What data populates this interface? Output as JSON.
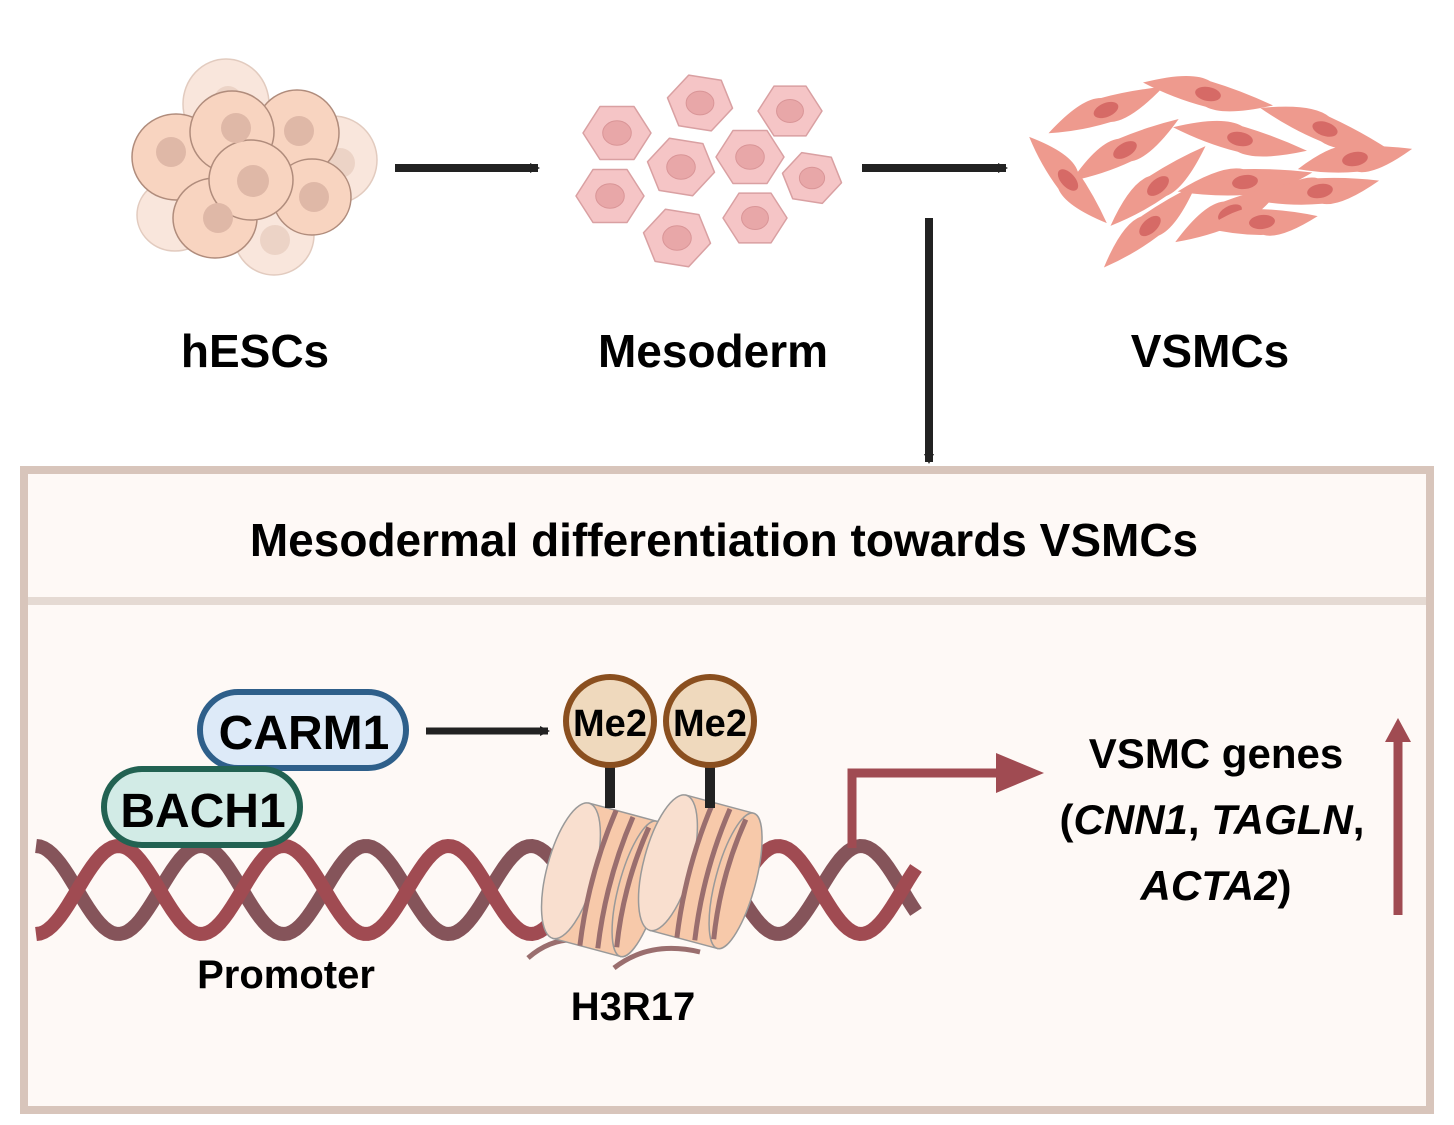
{
  "stages": [
    {
      "label": "hESCs",
      "icon": "stem-cell-cluster-icon"
    },
    {
      "label": "Mesoderm",
      "icon": "mesoderm-cells-icon"
    },
    {
      "label": "VSMCs",
      "icon": "smooth-muscle-cells-icon"
    }
  ],
  "panel": {
    "title": "Mesodermal differentiation towards VSMCs",
    "carm1_label": "CARM1",
    "bach1_label": "BACH1",
    "me2_labels": [
      "Me2",
      "Me2"
    ],
    "promoter_label": "Promoter",
    "histone_label": "H3R17",
    "genes_title": "VSMC genes",
    "genes_open": "(",
    "gene_1": "CNN1",
    "sep_1": ", ",
    "gene_2": "TAGLN",
    "sep_2": ",",
    "gene_3": "ACTA2",
    "genes_close": ")"
  },
  "colors": {
    "arrow": "#222222",
    "panel_border": "#d8c5bb",
    "panel_bg": "#fef9f6",
    "divider": "#e5dad3",
    "dna_front": "#a04b52",
    "dna_back": "#85545a",
    "carm1_border": "#2e5f8a",
    "carm1_fill": "#ddeaf8",
    "bach1_border": "#226252",
    "bach1_fill": "#d2ebe6",
    "me2_border": "#8a4f1f",
    "me2_fill": "#efd9bd",
    "nucleosome": "#f7c9aa",
    "nucleosome_face": "#f9dfcf",
    "up_arrow": "#a04b52",
    "hesc_cell": "#f7d3bf",
    "hesc_nucleus": "#dfb9a8",
    "meso_cell": "#f5c5c6",
    "meso_nucleus": "#e8a7a8",
    "vsmc_cell": "#ee9a8e",
    "vsmc_nucleus": "#d66a66"
  }
}
